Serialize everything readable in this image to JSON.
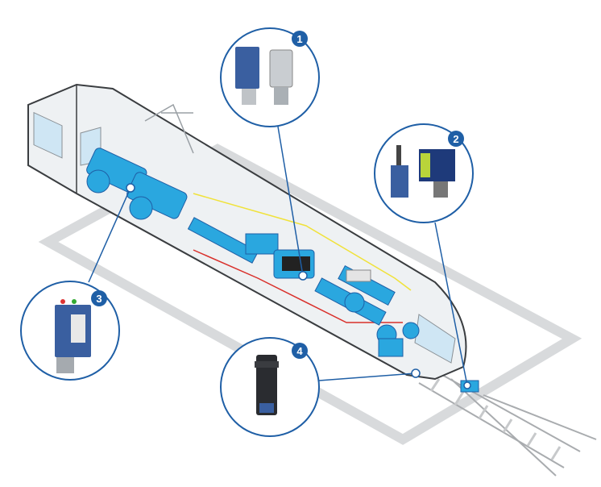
{
  "colors": {
    "accent": "#1f5fa6",
    "device_blue": "#2aa7df",
    "track": "#d6d8da",
    "wire_red": "#d9302b",
    "wire_yellow": "#f0e23a"
  },
  "callouts": [
    {
      "number": "1",
      "icon": "pressure-sensor-icon"
    },
    {
      "number": "2",
      "icon": "limit-switch-icon"
    },
    {
      "number": "3",
      "icon": "pressure-switch-icon"
    },
    {
      "number": "4",
      "icon": "proximity-sensor-icon"
    }
  ]
}
